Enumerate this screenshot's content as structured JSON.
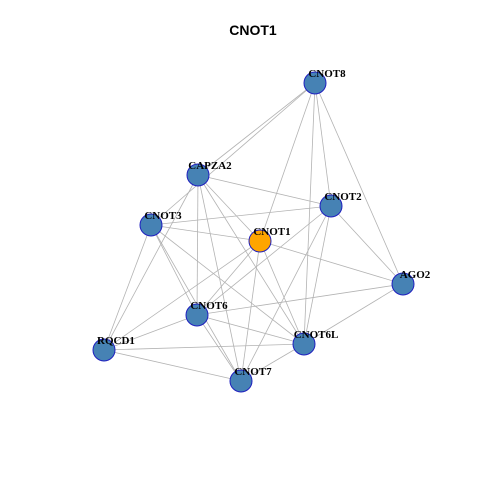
{
  "title": "CNOT1",
  "colors": {
    "background": "#ffffff",
    "edge": "#b3b3b3",
    "node_default": "#4682b4",
    "node_highlight": "#ffa500",
    "node_border": "#1f1fbf"
  },
  "nodes": [
    {
      "id": "CNOT8",
      "label": "CNOT8",
      "highlight": false
    },
    {
      "id": "CAPZA2",
      "label": "CAPZA2",
      "highlight": false
    },
    {
      "id": "CNOT2",
      "label": "CNOT2",
      "highlight": false
    },
    {
      "id": "CNOT3",
      "label": "CNOT3",
      "highlight": false
    },
    {
      "id": "CNOT1",
      "label": "CNOT1",
      "highlight": true
    },
    {
      "id": "AGO2",
      "label": "AGO2",
      "highlight": false
    },
    {
      "id": "CNOT6",
      "label": "CNOT6",
      "highlight": false
    },
    {
      "id": "CNOT6L",
      "label": "CNOT6L",
      "highlight": false
    },
    {
      "id": "RQCD1",
      "label": "RQCD1",
      "highlight": false
    },
    {
      "id": "CNOT7",
      "label": "CNOT7",
      "highlight": false
    }
  ],
  "edges": [
    [
      "CNOT8",
      "CAPZA2"
    ],
    [
      "CNOT8",
      "CNOT3"
    ],
    [
      "CNOT8",
      "CNOT1"
    ],
    [
      "CNOT8",
      "CNOT2"
    ],
    [
      "CNOT8",
      "AGO2"
    ],
    [
      "CNOT8",
      "CNOT6L"
    ],
    [
      "CAPZA2",
      "CNOT2"
    ],
    [
      "CAPZA2",
      "CNOT1"
    ],
    [
      "CAPZA2",
      "CNOT6"
    ],
    [
      "CAPZA2",
      "CNOT7"
    ],
    [
      "CAPZA2",
      "CNOT6L"
    ],
    [
      "CAPZA2",
      "RQCD1"
    ],
    [
      "CNOT3",
      "CNOT2"
    ],
    [
      "CNOT3",
      "CNOT1"
    ],
    [
      "CNOT3",
      "CNOT6"
    ],
    [
      "CNOT3",
      "CNOT7"
    ],
    [
      "CNOT3",
      "CNOT6L"
    ],
    [
      "CNOT3",
      "RQCD1"
    ],
    [
      "CNOT2",
      "AGO2"
    ],
    [
      "CNOT2",
      "CNOT6"
    ],
    [
      "CNOT2",
      "CNOT7"
    ],
    [
      "CNOT2",
      "CNOT6L"
    ],
    [
      "CNOT1",
      "AGO2"
    ],
    [
      "CNOT1",
      "CNOT6"
    ],
    [
      "CNOT1",
      "CNOT7"
    ],
    [
      "CNOT1",
      "CNOT6L"
    ],
    [
      "CNOT1",
      "RQCD1"
    ],
    [
      "AGO2",
      "CNOT6"
    ],
    [
      "AGO2",
      "CNOT6L"
    ],
    [
      "CNOT6",
      "CNOT7"
    ],
    [
      "CNOT6",
      "RQCD1"
    ],
    [
      "CNOT6",
      "CNOT6L"
    ],
    [
      "RQCD1",
      "CNOT7"
    ],
    [
      "RQCD1",
      "CNOT6L"
    ],
    [
      "CNOT7",
      "CNOT6L"
    ]
  ]
}
